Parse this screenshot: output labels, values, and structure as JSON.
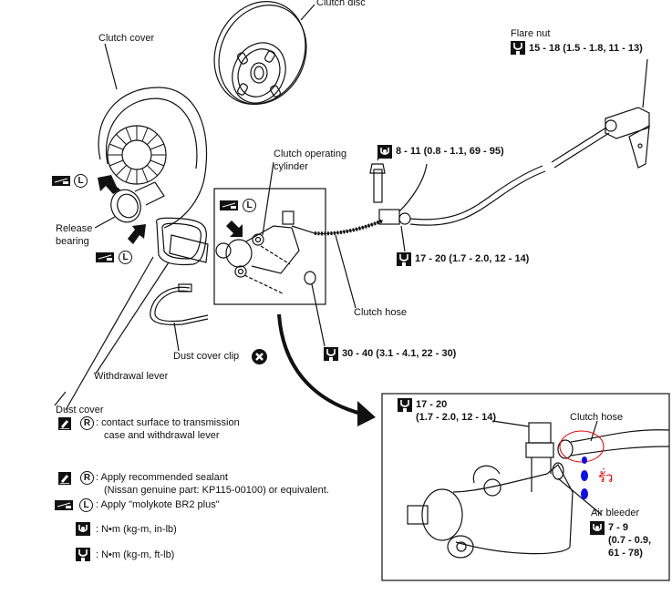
{
  "diagram": {
    "title": "Clutch system exploded view with torque specifications",
    "parts": {
      "clutch_disc": "Clutch disc",
      "clutch_cover": "Clutch cover",
      "flare_nut": "Flare nut",
      "clutch_operating_cylinder_line1": "Clutch operating",
      "clutch_operating_cylinder_line2": "cylinder",
      "release_bearing_line1": "Release",
      "release_bearing_line2": "bearing",
      "clutch_hose": "Clutch hose",
      "dust_cover_clip": "Dust cover clip",
      "withdrawal_lever": "Withdrawal lever",
      "dust_cover": "Dust cover"
    },
    "torques": {
      "flare_nut": "15 - 18 (1.5 - 1.8, 11 - 13)",
      "bracket_bolt": "8 - 11 (0.8 - 1.1, 69 - 95)",
      "hose_fitting": "17 - 20 (1.7 - 2.0, 12 - 14)",
      "cylinder_bolt": "30 - 40 (3.1 - 4.1, 22 - 30)"
    },
    "dust_cover_note": {
      "line1": ": contact surface to transmission",
      "line2": "case and withdrawal lever"
    },
    "symbols": {
      "sealant": "R",
      "grease": "L"
    }
  },
  "legend": {
    "sealant_line1": ": Apply recommended sealant",
    "sealant_line2": "(Nissan genuine part: KP115-00100) or equivalent.",
    "grease": ": Apply \"molykote BR2 plus\"",
    "torque_in_lb": ": N•m (kg-m, in-lb)",
    "torque_ft_lb": ": N•m (kg-m, ft-lb)"
  },
  "detail_inset": {
    "hose_torque_line1": "17 - 20",
    "hose_torque_line2": "(1.7 - 2.0, 12 - 14)",
    "clutch_hose": "Clutch hose",
    "air_bleeder": "Air bleeder",
    "bleeder_torque_line1": "7 - 9",
    "bleeder_torque_line2": "(0.7 - 0.9,",
    "bleeder_torque_line3": "61 - 78)",
    "annotation_thai": "รั่ว",
    "annotation_color": "#e00000",
    "leak_drop_color": "#1010e0"
  }
}
